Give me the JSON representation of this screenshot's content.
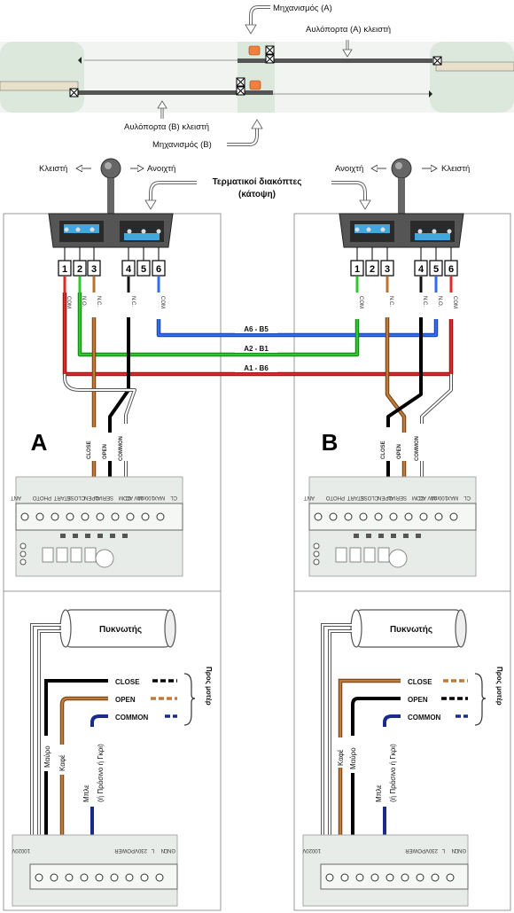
{
  "gate_diagram": {
    "mechanism_a": "Μηχανισμός (Α)",
    "gate_a_closed": "Αυλόπορτα (Α) κλειστή",
    "gate_b_closed": "Αυλόπορτα (Β) κλειστή",
    "mechanism_b": "Μηχανισμός (Β)"
  },
  "switches": {
    "left_close": "Κλειστή",
    "left_open": "Ανοιχτή",
    "right_open": "Ανοιχτή",
    "right_close": "Κλειστή",
    "title_line1": "Τερματικοί διακόπτες",
    "title_line2": "(κάτοψη)"
  },
  "terminals": {
    "numbers": [
      "1",
      "2",
      "3",
      "4",
      "5",
      "6"
    ],
    "left_labels": [
      "COM",
      "N.O.",
      "N.C.",
      "N.C.",
      "COM"
    ],
    "right_labels": [
      "COM",
      "N.C.",
      "N.C.",
      "N.O.",
      "COM"
    ]
  },
  "links": {
    "a6_b5": "A6 - B5",
    "a2_b1": "A2 - B1",
    "a1_b6": "A1 - B6"
  },
  "panel_a": {
    "letter": "A",
    "wires": [
      "CLOSE",
      "OPEN",
      "COMMON"
    ],
    "board_labels": [
      "ANT",
      "PHOTO",
      "START",
      "CLOSE",
      "OPEN",
      "SERIAL",
      "COM",
      "20V AC",
      "100mA",
      "MAX",
      "CL"
    ]
  },
  "panel_b": {
    "letter": "B",
    "wires": [
      "CLOSE",
      "OPEN",
      "COMMON"
    ],
    "board_labels": [
      "ANT",
      "PHOTO",
      "START",
      "CLOSE",
      "OPEN",
      "SERIAL",
      "COM",
      "20V AC",
      "100mA",
      "MAX",
      "CL"
    ]
  },
  "motor_a": {
    "capacitor": "Πυκνωτής",
    "close": "CLOSE",
    "open": "OPEN",
    "common": "COMMON",
    "to_motor": "Προς μοτέρ",
    "wire1": "Μαύρο",
    "wire2": "Καφέ",
    "wire3_line1": "Μπλε",
    "wire3_line2": "(ή Πράσινο ή Γκρι)",
    "board_labels": [
      "20V",
      "100",
      "POWER",
      "230V",
      "L",
      "N",
      "GND"
    ]
  },
  "motor_b": {
    "capacitor": "Πυκνωτής",
    "close": "CLOSE",
    "open": "OPEN",
    "common": "COMMON",
    "to_motor": "Προς μοτέρ",
    "wire1": "Καφέ",
    "wire2": "Μαύρο",
    "wire3_line1": "Μπλε",
    "wire3_line2": "(ή Πράσινο ή Γκρι)",
    "board_labels": [
      "20V",
      "100",
      "POWER",
      "230V",
      "L",
      "N",
      "GND"
    ]
  },
  "colors": {
    "red": "#d42020",
    "green": "#22b022",
    "blue": "#2060d8",
    "brown": "#b87333",
    "black": "#111111",
    "navy": "#1a2b8c",
    "orange": "#f08040"
  }
}
